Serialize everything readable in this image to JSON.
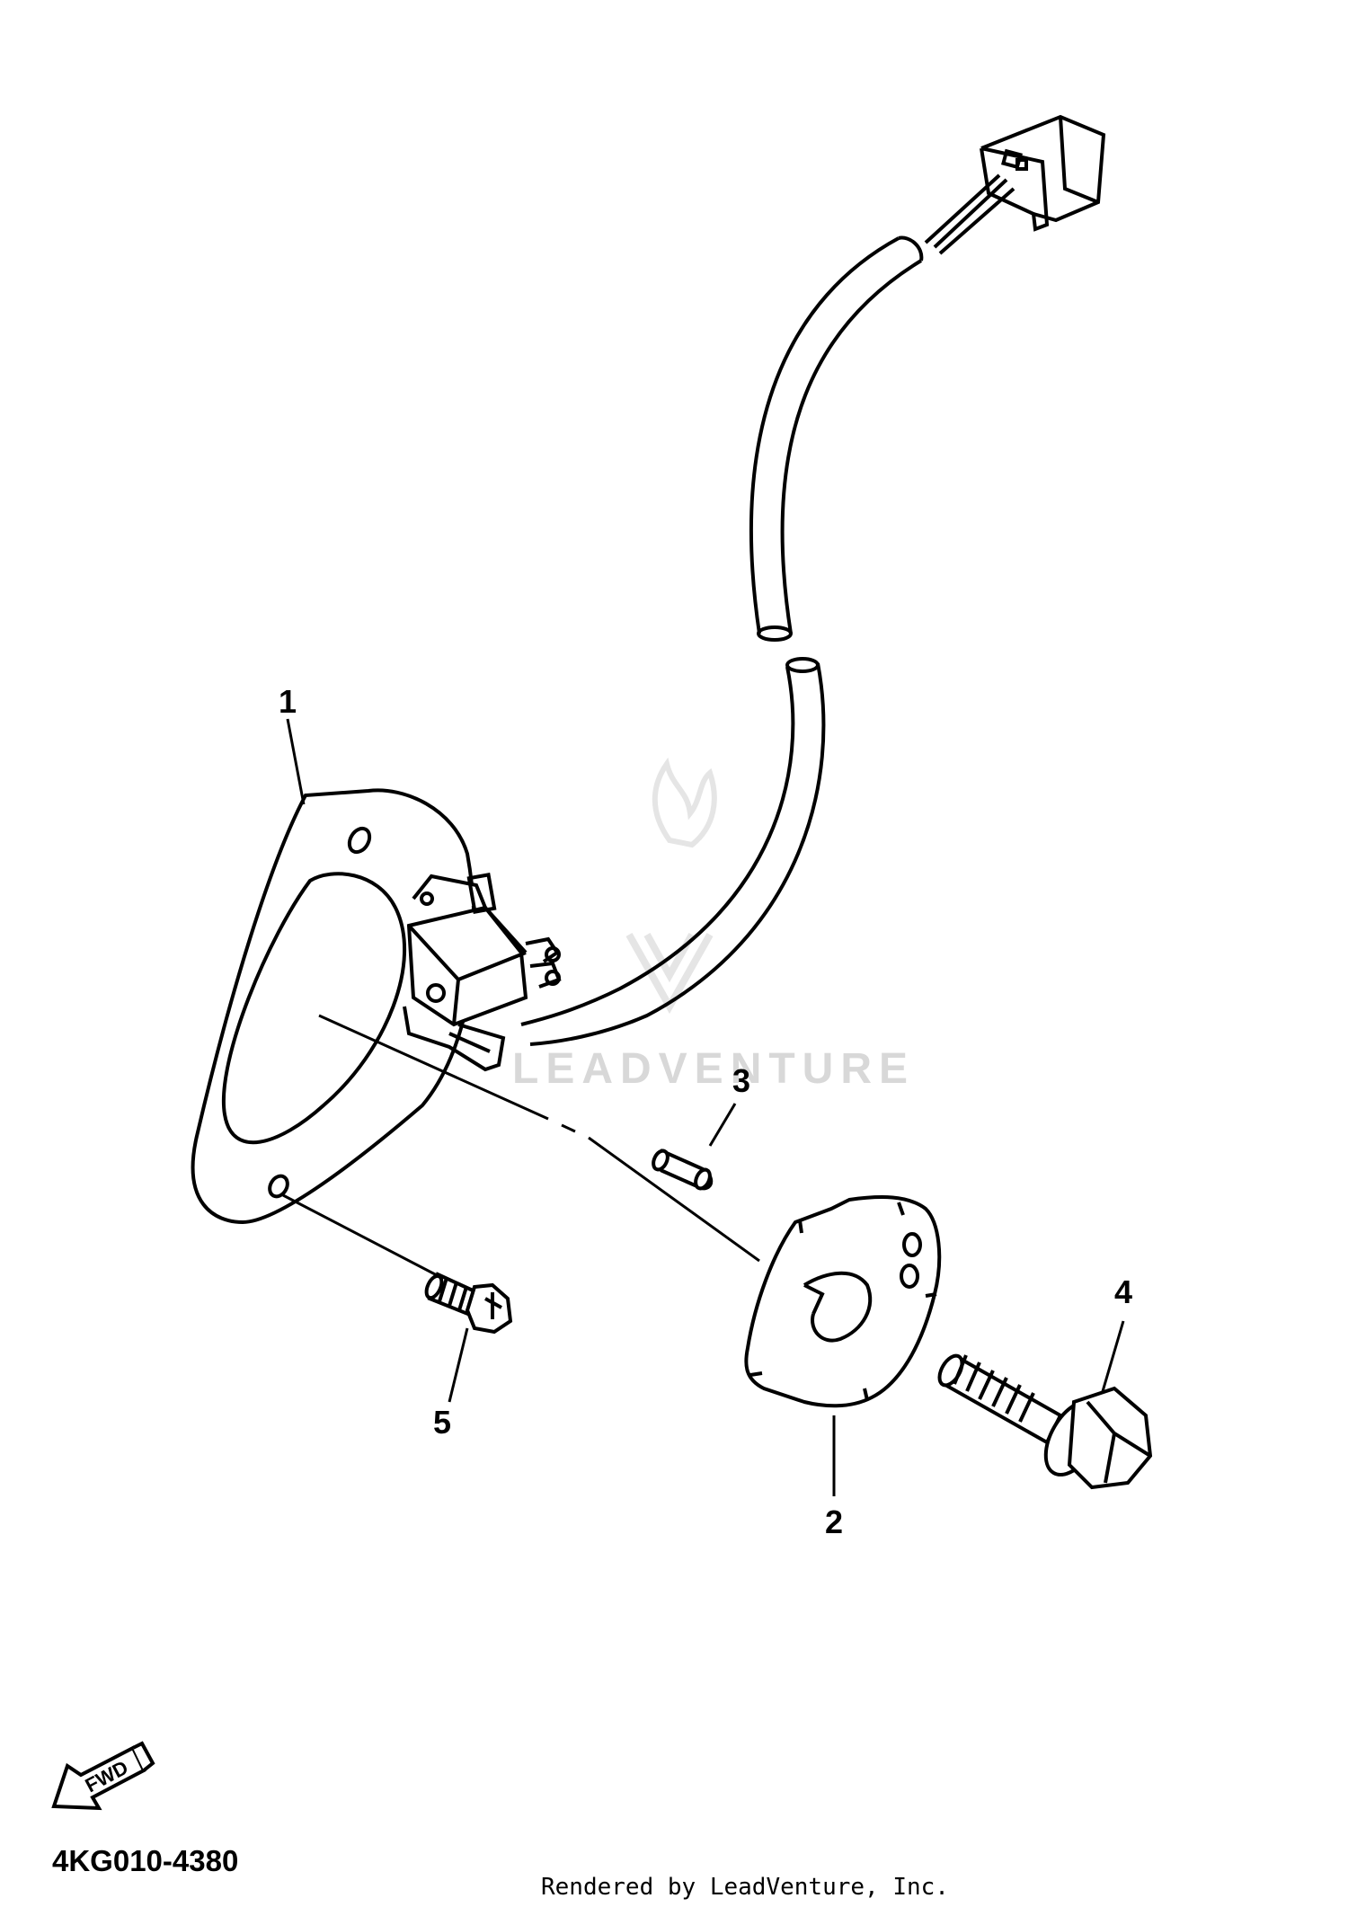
{
  "diagram": {
    "callouts": [
      "1",
      "2",
      "3",
      "4",
      "5"
    ],
    "fwd_label": "FWD",
    "diagram_code": "4KG010-4380",
    "render_credit": "Rendered by LeadVenture, Inc.",
    "watermark": "LEADVENTURE"
  },
  "colors": {
    "ink": "#000000",
    "paper": "#ffffff",
    "watermark": "#d8d8d8"
  },
  "icons": [
    "fwd-arrow-icon",
    "leadventure-flame-logo-icon"
  ]
}
